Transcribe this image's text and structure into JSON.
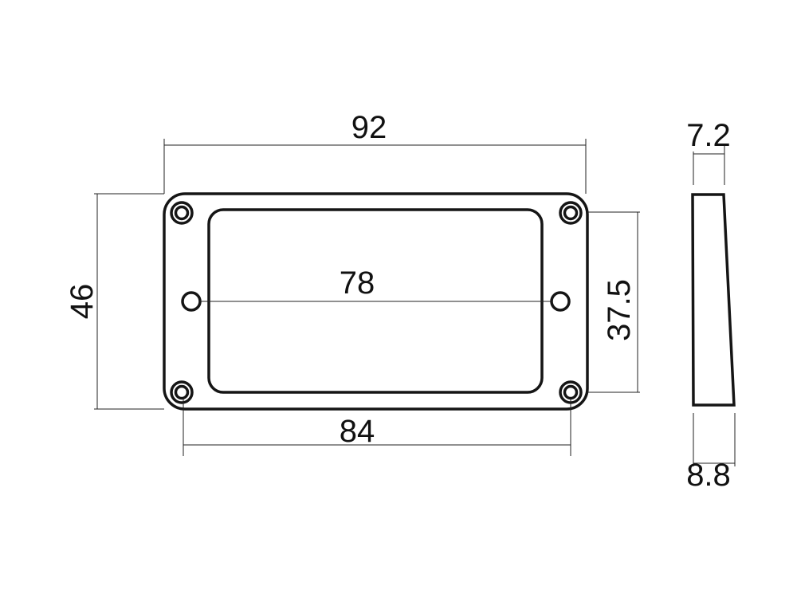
{
  "drawing": {
    "title": "Humbucker pickup mounting ring dimensions",
    "dimensions": {
      "overall_width": "92",
      "overall_height": "46",
      "hole_spacing_center": "78",
      "inner_height": "37.5",
      "screw_spacing": "84",
      "top_thickness": "7.2",
      "bottom_thickness": "8.8"
    },
    "colors": {
      "line": "#151515",
      "background": "#ffffff"
    }
  }
}
